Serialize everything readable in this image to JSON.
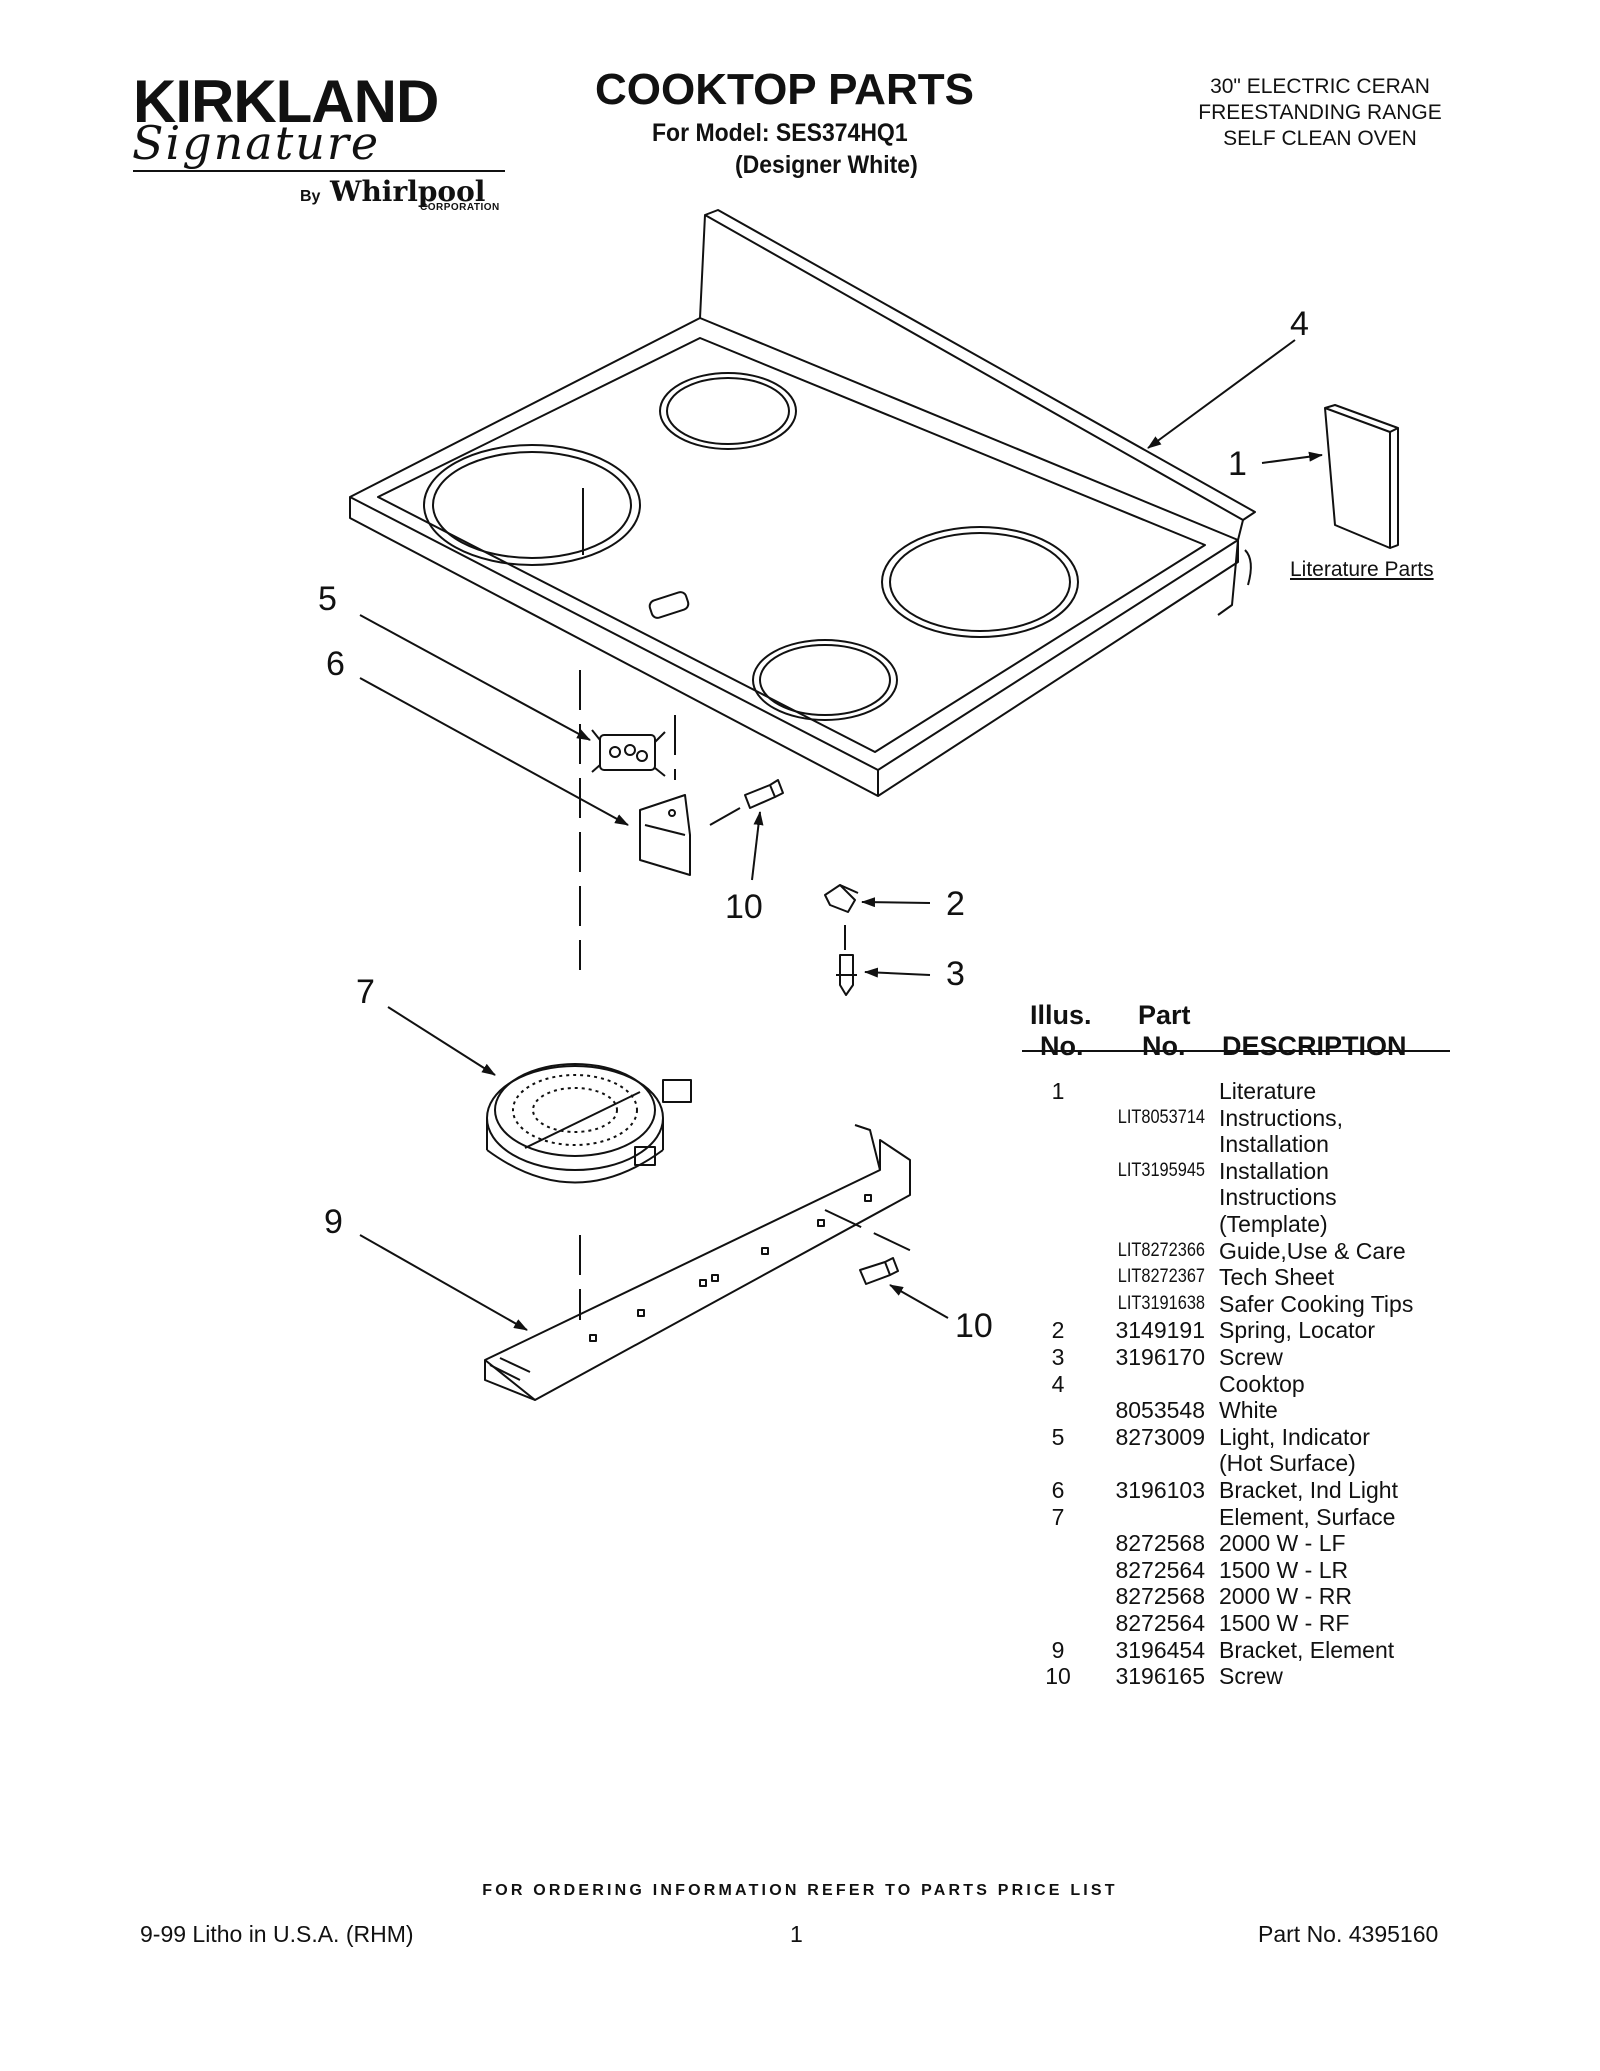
{
  "brand": {
    "name": "KIRKLAND",
    "signature": "Signature",
    "by": "By",
    "maker": "Whirlpool",
    "maker_suffix": "CORPORATION"
  },
  "header": {
    "title": "COOKTOP PARTS",
    "model_line": "For Model: SES374HQ1",
    "color_line": "(Designer White)",
    "range_desc": [
      "30\" ELECTRIC CERAN",
      "FREESTANDING RANGE",
      "SELF CLEAN OVEN"
    ]
  },
  "diagram": {
    "callouts": [
      "4",
      "1",
      "5",
      "6",
      "10",
      "2",
      "3",
      "7",
      "9",
      "10"
    ],
    "literature_label": "Literature Parts"
  },
  "table": {
    "headers": {
      "illus_1": "Illus.",
      "illus_2": "No.",
      "part_1": "Part",
      "part_2": "No.",
      "desc": "DESCRIPTION"
    },
    "rows": [
      {
        "illus": "1",
        "part": "",
        "desc": "Literature"
      },
      {
        "illus": "",
        "part": "LIT8053714",
        "desc": "Instructions,"
      },
      {
        "illus": "",
        "part": "",
        "desc": "Installation"
      },
      {
        "illus": "",
        "part": "LIT3195945",
        "desc": "Installation"
      },
      {
        "illus": "",
        "part": "",
        "desc": "Instructions"
      },
      {
        "illus": "",
        "part": "",
        "desc": "(Template)"
      },
      {
        "illus": "",
        "part": "LIT8272366",
        "desc": "Guide,Use & Care"
      },
      {
        "illus": "",
        "part": "LIT8272367",
        "desc": "Tech Sheet"
      },
      {
        "illus": "",
        "part": "LIT3191638",
        "desc": "Safer Cooking Tips"
      },
      {
        "illus": "2",
        "part": "3149191",
        "desc": "Spring, Locator"
      },
      {
        "illus": "3",
        "part": "3196170",
        "desc": "Screw"
      },
      {
        "illus": "4",
        "part": "",
        "desc": "Cooktop"
      },
      {
        "illus": "",
        "part": "8053548",
        "desc": "White"
      },
      {
        "illus": "5",
        "part": "8273009",
        "desc": "Light, Indicator"
      },
      {
        "illus": "",
        "part": "",
        "desc": "(Hot Surface)"
      },
      {
        "illus": "6",
        "part": "3196103",
        "desc": "Bracket, Ind Light"
      },
      {
        "illus": "7",
        "part": "",
        "desc": "Element, Surface"
      },
      {
        "illus": "",
        "part": "8272568",
        "desc": "2000 W - LF"
      },
      {
        "illus": "",
        "part": "8272564",
        "desc": "1500 W - LR"
      },
      {
        "illus": "",
        "part": "8272568",
        "desc": "2000 W - RR"
      },
      {
        "illus": "",
        "part": "8272564",
        "desc": "1500 W - RF"
      },
      {
        "illus": "9",
        "part": "3196454",
        "desc": "Bracket, Element"
      },
      {
        "illus": "10",
        "part": "3196165",
        "desc": "Screw"
      }
    ]
  },
  "footer": {
    "order_note": "FOR ORDERING INFORMATION REFER TO PARTS PRICE LIST",
    "litho": "9-99 Litho in U.S.A. (RHM)",
    "page": "1",
    "part_no": "Part No. 4395160"
  }
}
